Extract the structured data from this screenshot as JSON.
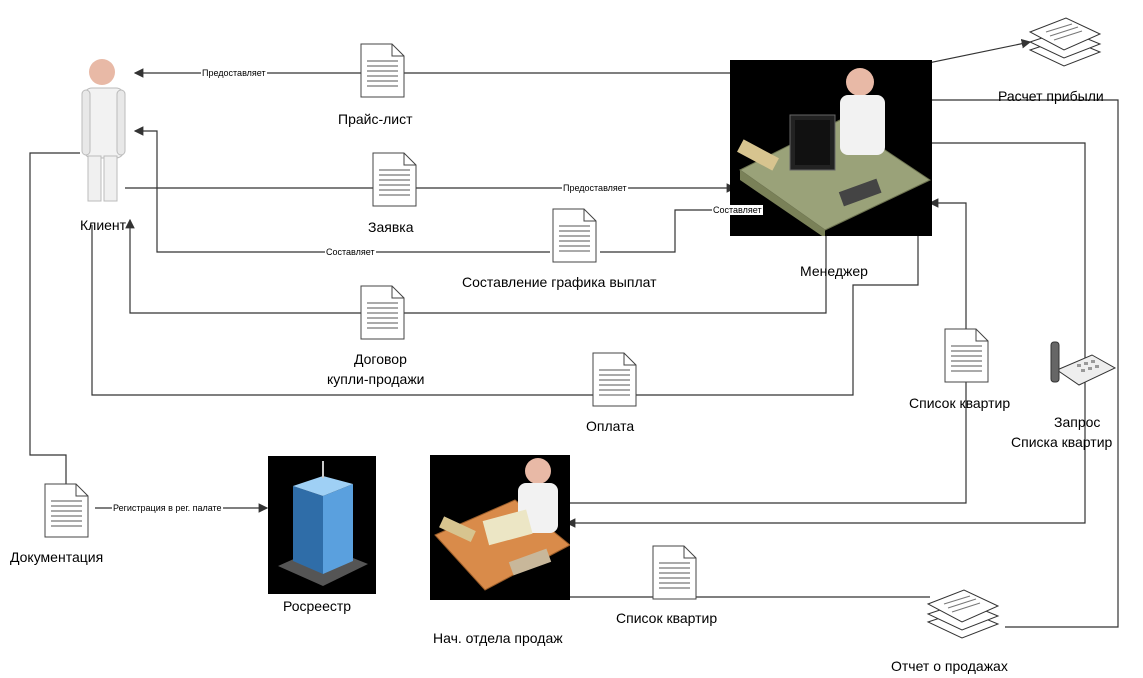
{
  "nodes": {
    "client": "Клиент",
    "manager": "Менеджер",
    "head_sales": "Нач. отдела продаж",
    "rosreestr": "Росреестр"
  },
  "documents": {
    "price_list": "Прайс-лист",
    "application": "Заявка",
    "payment_schedule": "Составление  графика выплат",
    "contract_line1": "Договор",
    "contract_line2": "купли-продажи",
    "payment": "Оплата",
    "documentation": "Документация",
    "apartment_list_1": "Список квартир",
    "apartment_list_2": "Список квартир",
    "profit_calc": "Расчет прибыли",
    "sales_report": "Отчет о продажах",
    "request_line1": "Запрос",
    "request_line2": "Списка квартир"
  },
  "edge_labels": {
    "provides_1": "Предоставляет",
    "provides_2": "Предоставляет",
    "composes_1": "Составляет",
    "composes_2": "Составляет",
    "registration": "Регистрация  в рег. палате"
  },
  "colors": {
    "line": "#333333",
    "document_fill": "#ffffff",
    "desk_green": "#9aa279",
    "desk_orange": "#d98b4a",
    "building_blue": "#3a7fc1"
  },
  "icons": [
    "person-icon",
    "document-icon",
    "document-stack-icon",
    "workstation-icon",
    "telephone-icon",
    "building-icon"
  ]
}
